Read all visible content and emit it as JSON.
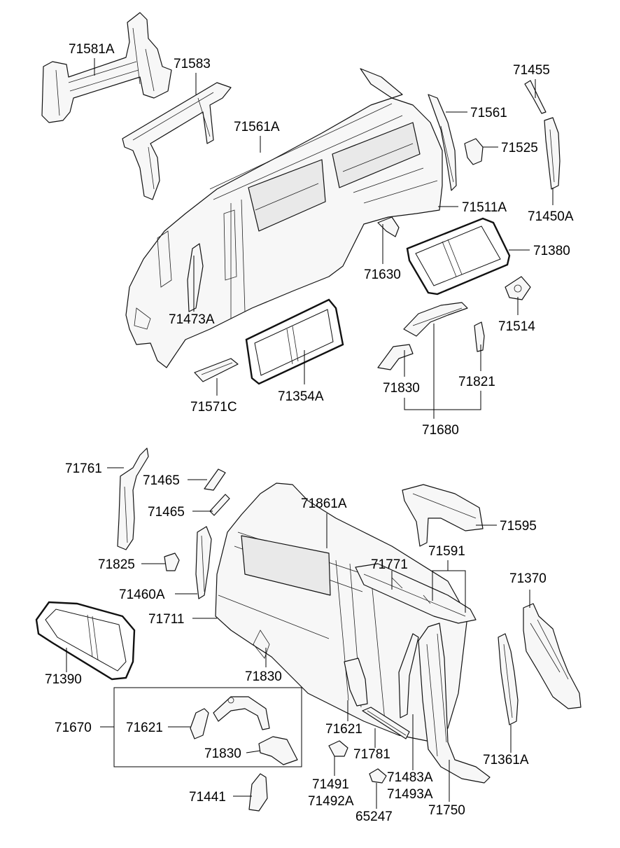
{
  "labels": {
    "p71581A": "71581A",
    "p71583": "71583",
    "p71561A": "71561A",
    "p71455": "71455",
    "p71561": "71561",
    "p71525": "71525",
    "p71450A": "71450A",
    "p71511A": "71511A",
    "p71380": "71380",
    "p71630": "71630",
    "p71514": "71514",
    "p71473A": "71473A",
    "p71354A": "71354A",
    "p71571C": "71571C",
    "p71830a": "71830",
    "p71821": "71821",
    "p71680": "71680",
    "p71761": "71761",
    "p71465a": "71465",
    "p71465b": "71465",
    "p71861A": "71861A",
    "p71595": "71595",
    "p71771": "71771",
    "p71591": "71591",
    "p71825": "71825",
    "p71460A": "71460A",
    "p71370": "71370",
    "p71711": "71711",
    "p71390": "71390",
    "p71830b": "71830",
    "p71670": "71670",
    "p71621a": "71621",
    "p71621b": "71621",
    "p71830c": "71830",
    "p71781": "71781",
    "p71361A": "71361A",
    "p71491": "71491",
    "p71492A": "71492A",
    "p71483A": "71483A",
    "p71493A": "71493A",
    "p65247": "65247",
    "p71750": "71750",
    "p71441": "71441"
  }
}
